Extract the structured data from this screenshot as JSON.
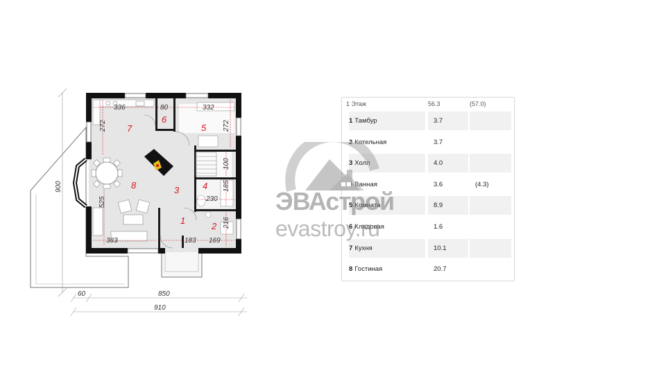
{
  "plan": {
    "room_numbers": {
      "r1": "1",
      "r2": "2",
      "r3": "3",
      "r4": "4",
      "r5": "5",
      "r6": "6",
      "r7": "7",
      "r8": "8"
    },
    "dims": {
      "d336": "336",
      "d80": "80",
      "d332": "332",
      "d272a": "272",
      "d272b": "272",
      "d100": "100",
      "d185": "185",
      "d230": "230",
      "d216": "216",
      "d525": "525",
      "d383": "383",
      "d183": "183",
      "d169": "169"
    },
    "outer": {
      "height": "900",
      "offset": "60",
      "width_inner": "850",
      "width_total": "910"
    }
  },
  "table": {
    "floor_label": "1 Этаж",
    "total_area": "56.3",
    "total_area_alt": "(57.0)",
    "rows": [
      {
        "num": "1",
        "name": "Тамбур",
        "area": "3.7",
        "alt": ""
      },
      {
        "num": "2",
        "name": "Котельная",
        "area": "3.7",
        "alt": ""
      },
      {
        "num": "3",
        "name": "Холл",
        "area": "4.0",
        "alt": ""
      },
      {
        "num": "4",
        "name": "Ванная",
        "area": "3.6",
        "alt": "(4.3)"
      },
      {
        "num": "5",
        "name": "Комната",
        "area": "8.9",
        "alt": ""
      },
      {
        "num": "6",
        "name": "Кладовая",
        "area": "1.6",
        "alt": ""
      },
      {
        "num": "7",
        "name": "Кухня",
        "area": "10.1",
        "alt": ""
      },
      {
        "num": "8",
        "name": "Гостиная",
        "area": "20.7",
        "alt": ""
      }
    ]
  },
  "watermark": {
    "brand": "ЭВАстрой",
    "site": "evastroy.ru"
  },
  "colors": {
    "room_number": "#d8141c",
    "floor": "#e6e6e6",
    "wall": "#111111"
  }
}
